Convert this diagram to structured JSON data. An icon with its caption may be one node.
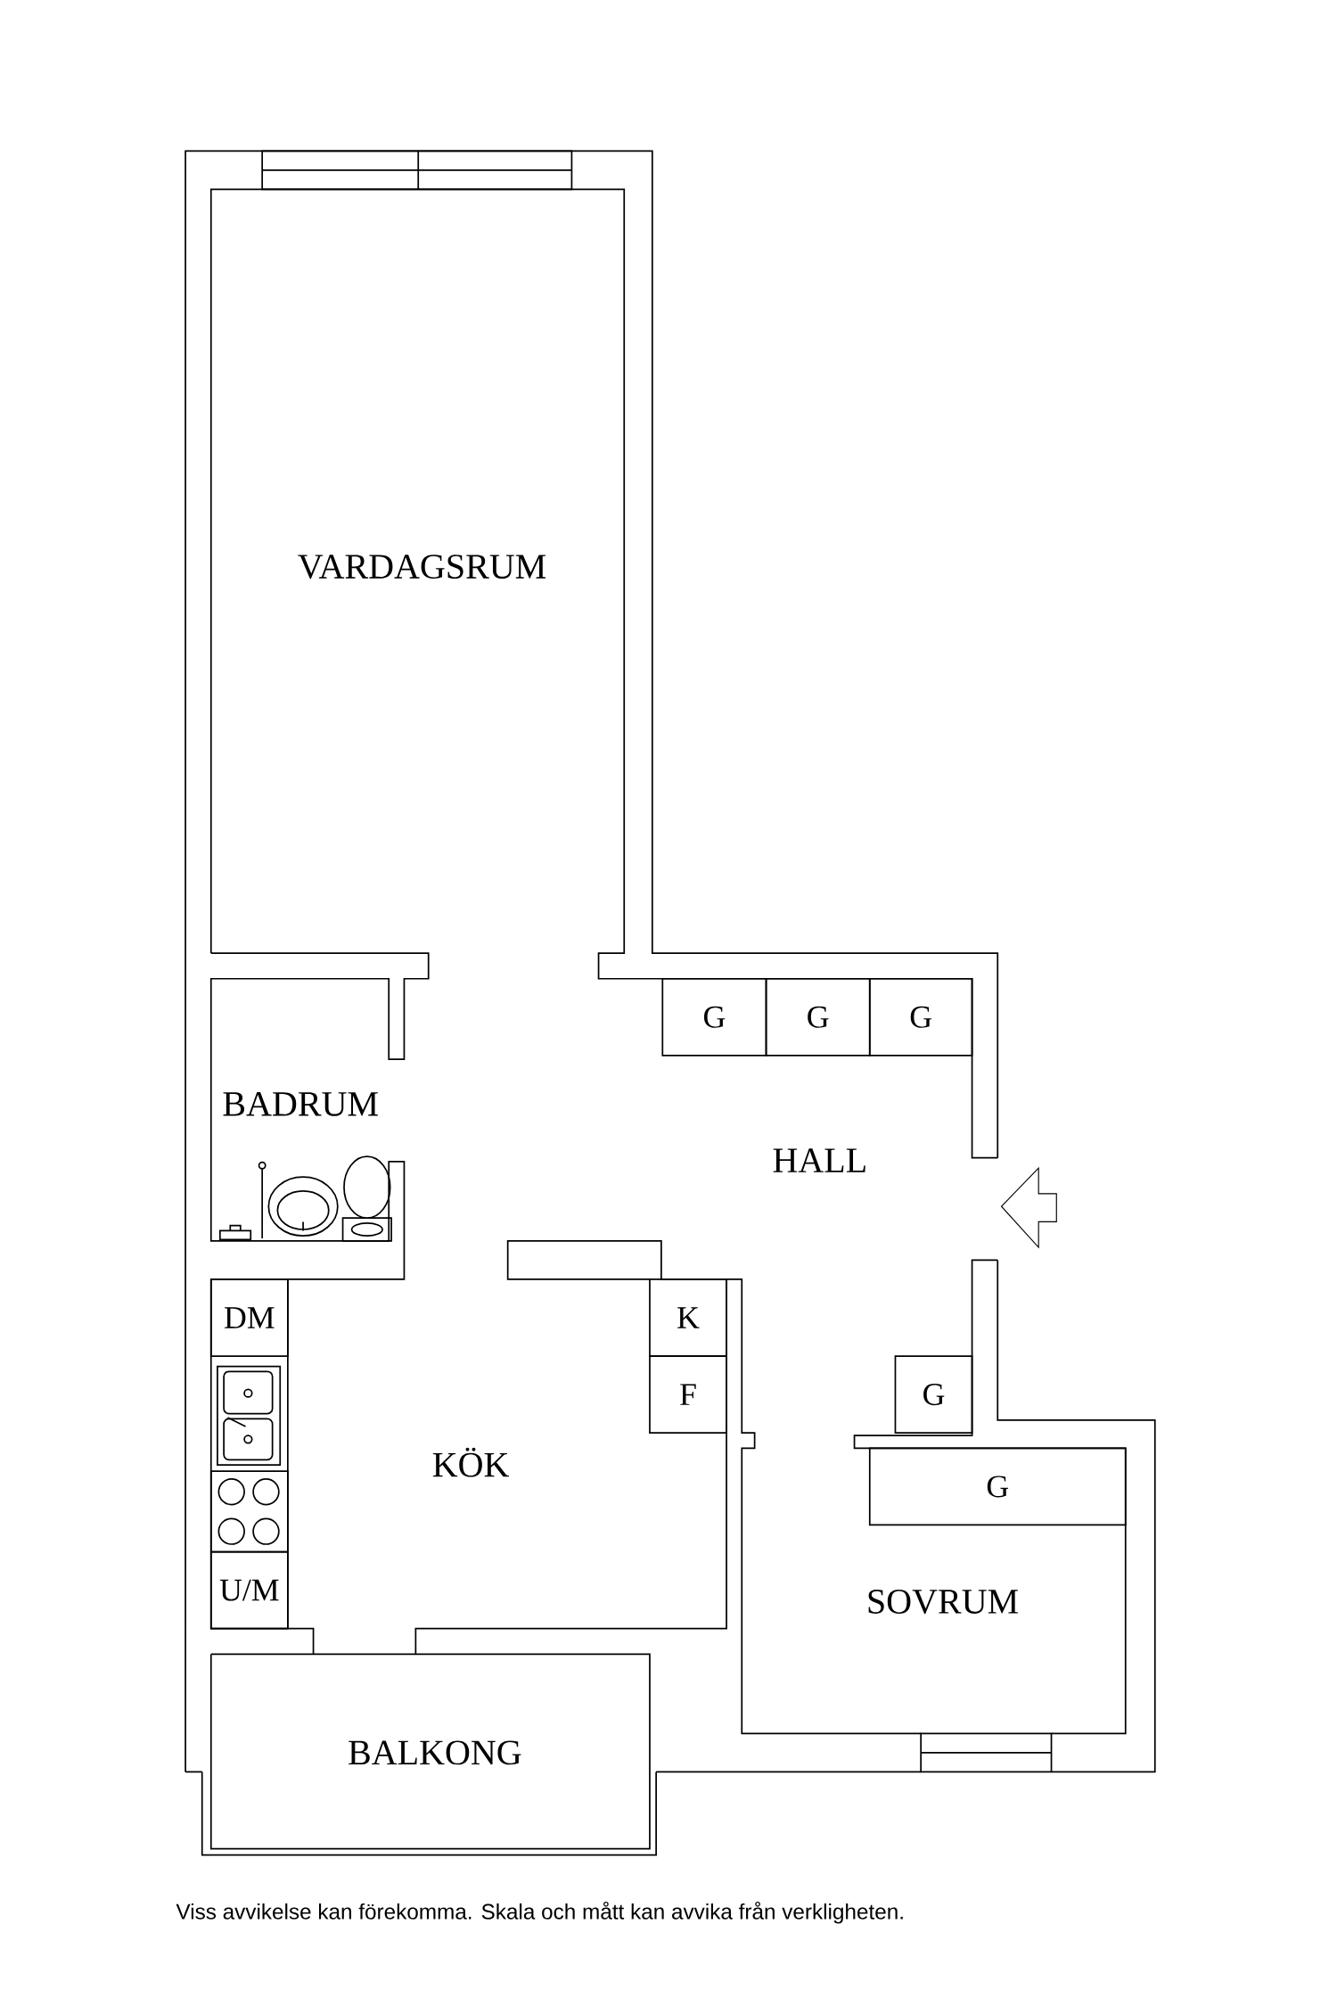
{
  "diagram": {
    "caption": "Viss avvikelse kan förekomma. Skala och mått kan avvika från verkligheten.",
    "nodes": [
      {
        "text": [
          "G"
        ]
      },
      {
        "text": [
          "G"
        ]
      },
      {
        "text": [
          "G"
        ]
      },
      {
        "text": [
          "DM"
        ]
      },
      {
        "text": [
          "K"
        ]
      },
      {
        "text": [
          "F"
        ]
      },
      {
        "text": [
          "G"
        ]
      },
      {
        "text": [
          "G"
        ]
      },
      {
        "text": [
          "U/M"
        ]
      }
    ],
    "labels": [
      "VARDAGSRUM",
      "BADRUM",
      "HALL",
      "KÖK",
      "SOVRUM",
      "BALKONG"
    ]
  }
}
